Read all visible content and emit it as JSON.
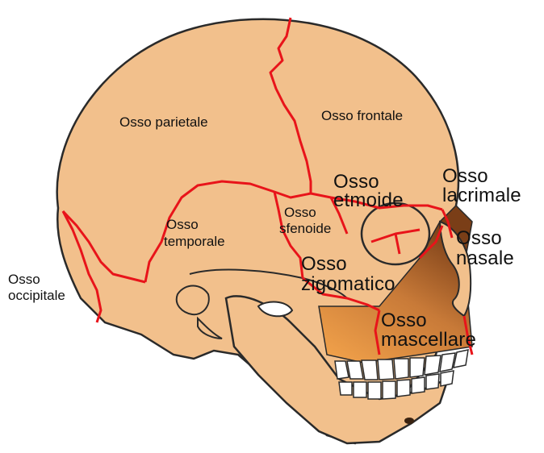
{
  "labels": {
    "parietale": "Osso parietale",
    "frontale": "Osso frontale",
    "etmoide_1": "Osso",
    "etmoide_2": "etmoide",
    "lacrimale_1": "Osso",
    "lacrimale_2": "lacrimale",
    "sfenoide_1": "Osso",
    "sfenoide_2": "sfenoide",
    "temporale_1": "Osso",
    "temporale_2": "temporale",
    "nasale_1": "Osso",
    "nasale_2": "nasale",
    "zigomatico_1": "Osso",
    "zigomatico_2": "zigomatico",
    "occipitale_1": "Osso",
    "occipitale_2": "occipitale",
    "mascellare_1": "Osso",
    "mascellare_2": "mascellare"
  },
  "colors": {
    "bone": "#f2c08c",
    "outline": "#2a2a2a",
    "suture": "#e8141a",
    "maxilla_light": "#f3a04a",
    "maxilla_dark": "#8a4a1e",
    "teeth": "#ffffff"
  }
}
